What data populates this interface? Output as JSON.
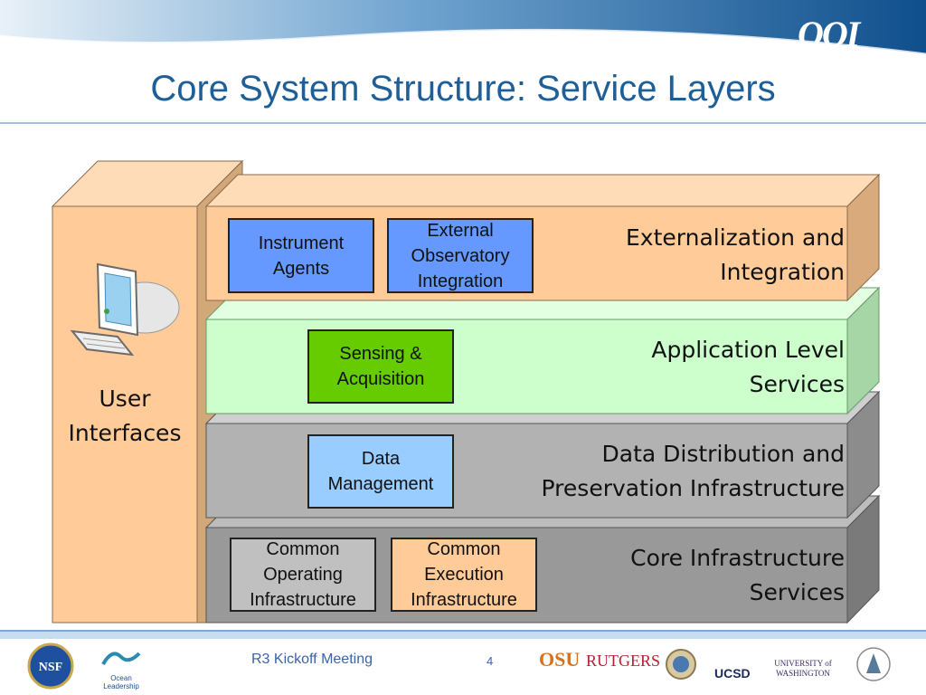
{
  "slide": {
    "title": "Core System Structure: Service Layers",
    "logo": "OOI"
  },
  "user_interfaces": {
    "label_line1": "User",
    "label_line2": "Interfaces",
    "icon": "computer-icon"
  },
  "layers": [
    {
      "label_line1": "Externalization and",
      "label_line2": "Integration",
      "boxes": [
        {
          "lines": [
            "Instrument",
            "Agents"
          ]
        },
        {
          "lines": [
            "External",
            "Observatory",
            "Integration"
          ]
        }
      ]
    },
    {
      "label_line1": "Application Level",
      "label_line2": "Services",
      "boxes": [
        {
          "lines": [
            "Sensing &",
            "Acquisition"
          ]
        }
      ]
    },
    {
      "label_line1": "Data Distribution and",
      "label_line2": "Preservation Infrastructure",
      "boxes": [
        {
          "lines": [
            "Data",
            "Management"
          ]
        }
      ]
    },
    {
      "label_line1": "Core Infrastructure",
      "label_line2": "Services",
      "boxes": [
        {
          "lines": [
            "Common",
            "Operating",
            "Infrastructure"
          ]
        },
        {
          "lines": [
            "Common",
            "Execution",
            "Infrastructure"
          ]
        }
      ]
    }
  ],
  "footer": {
    "meeting": "R3 Kickoff Meeting",
    "page": "4",
    "logos": [
      "NSF",
      "Ocean Leadership",
      "OSU",
      "RUTGERS",
      "UCSD",
      "UNIVERSITY of WASHINGTON"
    ]
  },
  "colors": {
    "title": "#1f5f98",
    "externalization": "#ffcc99",
    "application": "#ccffcc",
    "data": "#b2b2b2",
    "core": "#999999"
  }
}
